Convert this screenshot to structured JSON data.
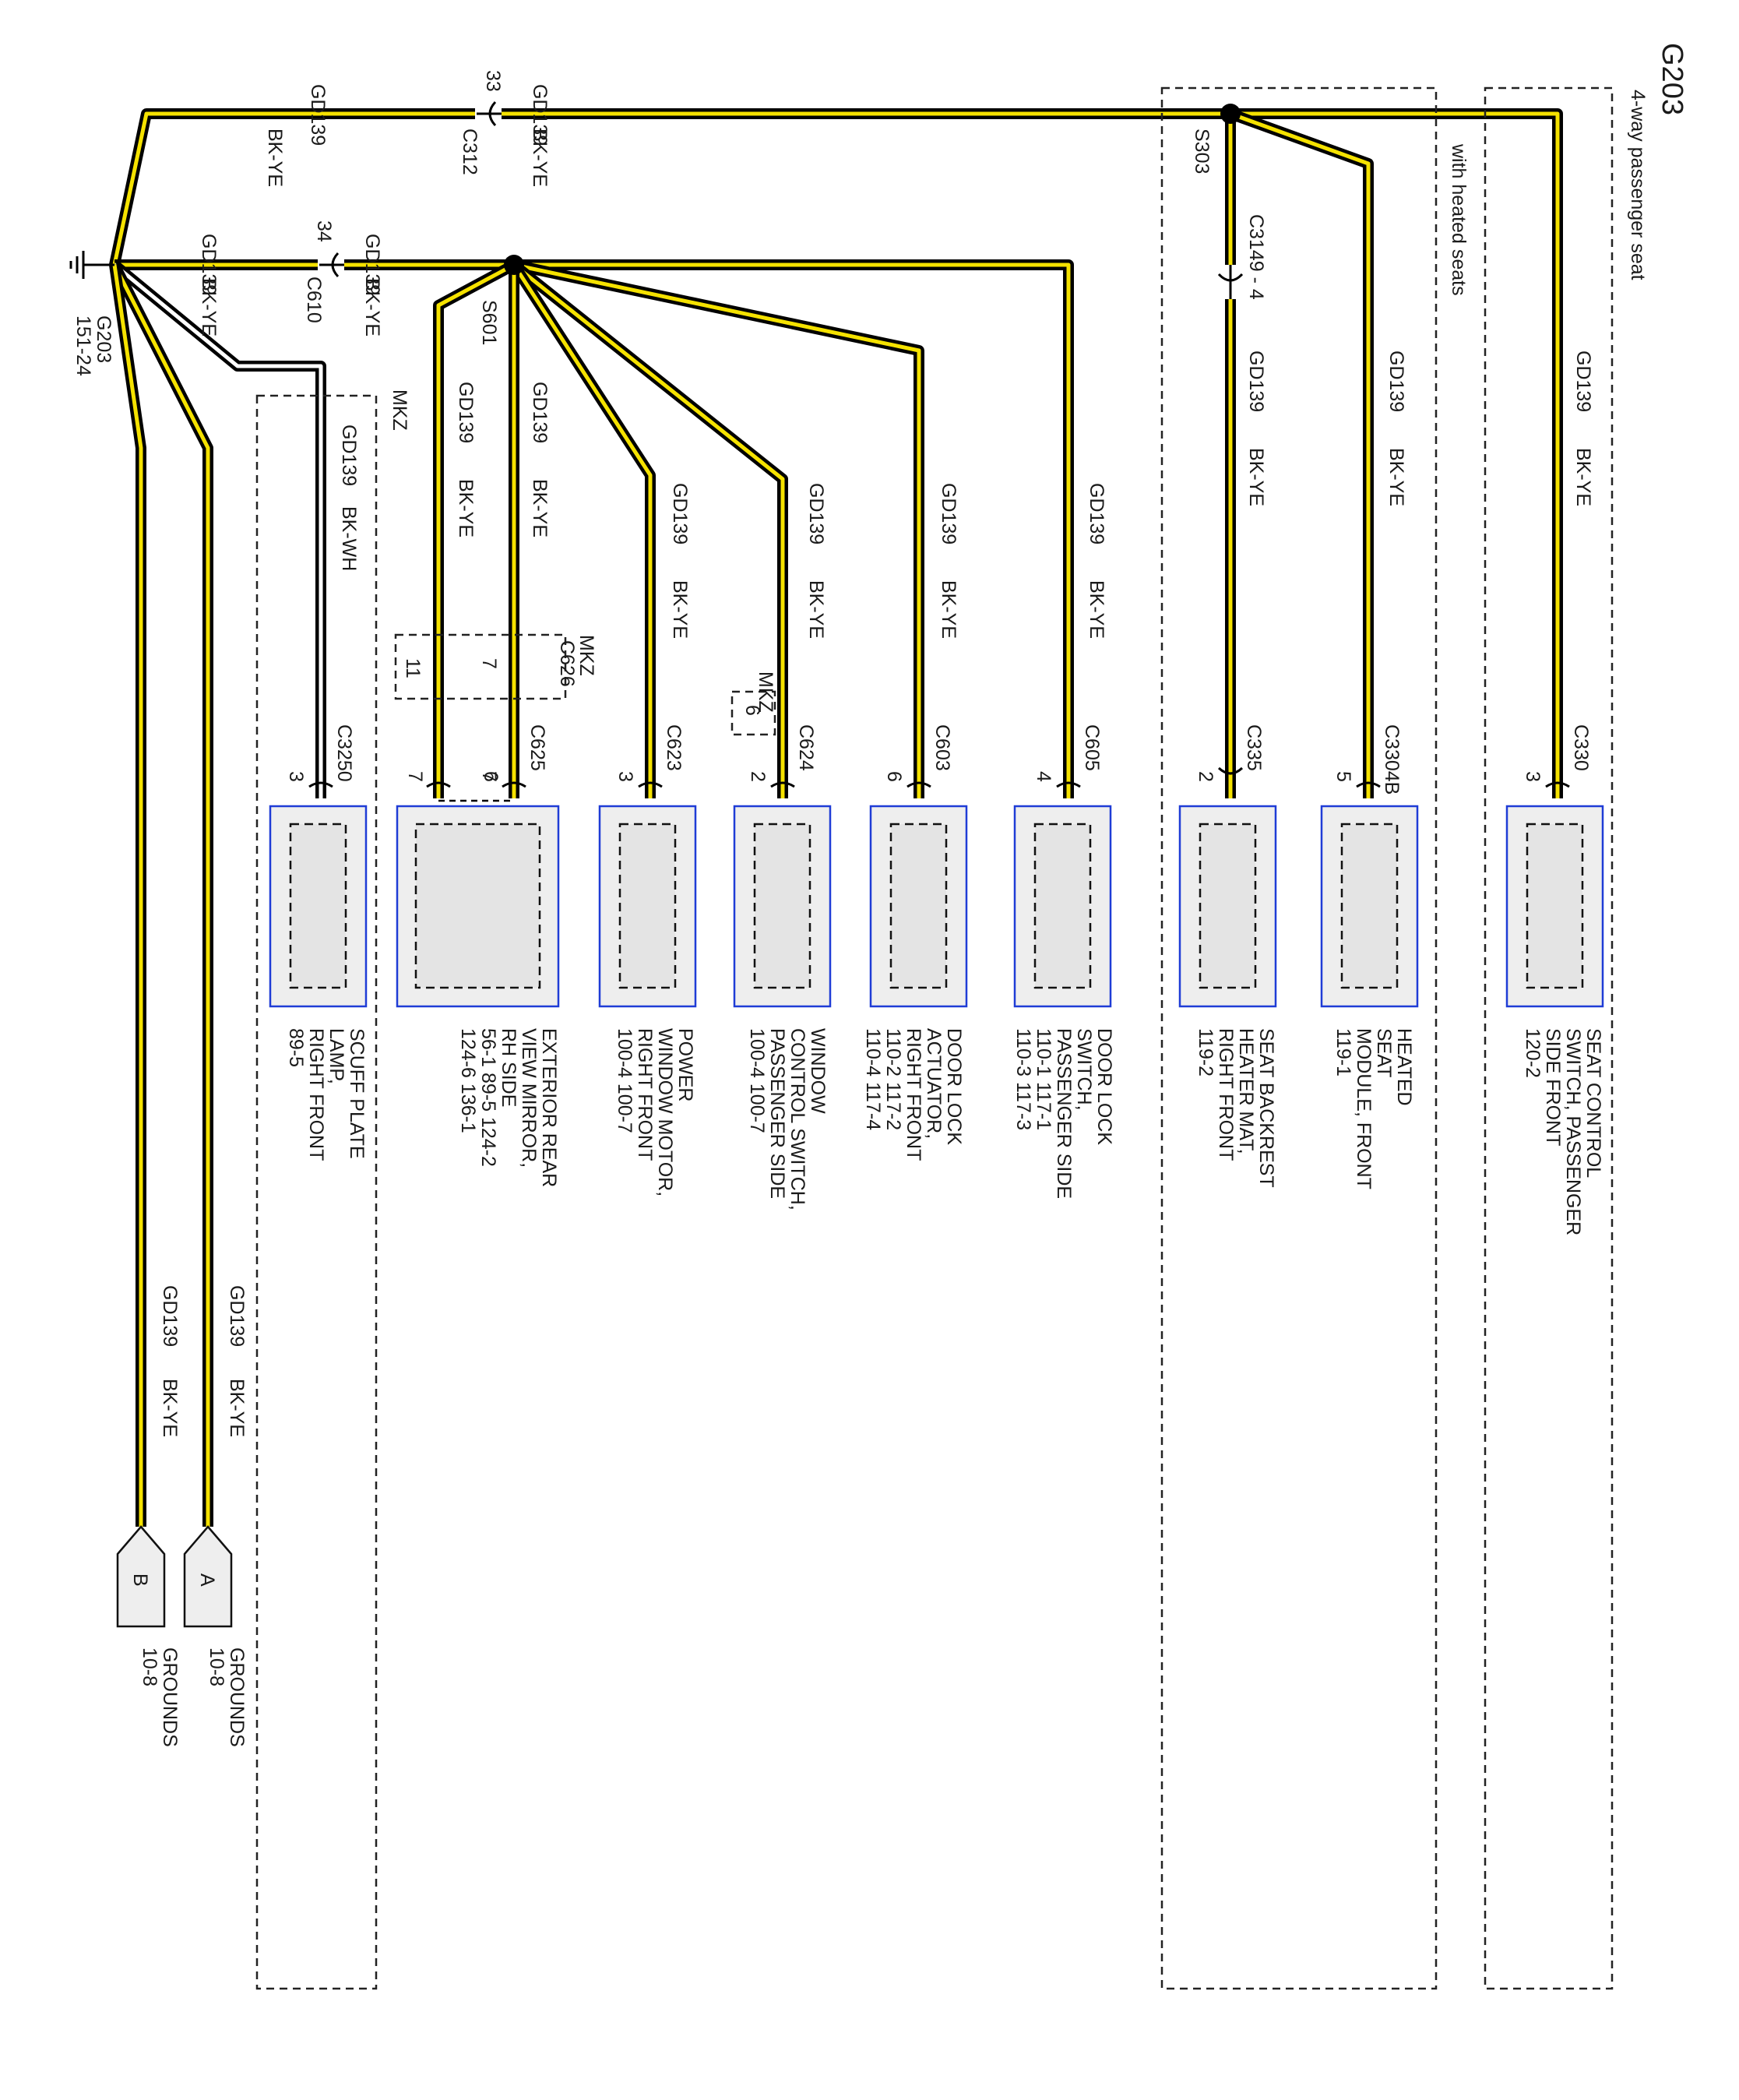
{
  "location_id": "G203",
  "location_desc": "4-way passenger seat",
  "with_heated_seats": "with heated seats",
  "ground": {
    "id": "G203",
    "ref": "151-24"
  },
  "wire": {
    "circuit": "GD139",
    "color": "BK-YE",
    "color_alt": "BK-WH"
  },
  "mkz": "MKZ",
  "inline_connectors": {
    "c312": {
      "id": "C312",
      "pin": "33"
    },
    "c610": {
      "id": "C610",
      "pin": "34"
    },
    "c3149": {
      "id": "C3149 - 4"
    },
    "c626": {
      "id": "C626",
      "pin_a": "7",
      "pin_b": "11"
    },
    "c624_alt": {
      "pin": "6"
    }
  },
  "splices": {
    "s303": "S303",
    "s601": "S601"
  },
  "components": [
    {
      "connector": "C3250",
      "pin": "3",
      "lines": [
        "SCUFF PLATE",
        "LAMP,",
        "RIGHT FRONT",
        "89-5"
      ]
    },
    {
      "connector": "C625",
      "pin": "7",
      "pin2": "6",
      "lines": [
        "EXTERIOR REAR",
        "VIEW MIRROR,",
        "RH SIDE",
        "56-1   89-5    124-2",
        "124-6  136-1"
      ]
    },
    {
      "connector": "C623",
      "pin": "3",
      "lines": [
        "POWER",
        "WINDOW MOTOR,",
        "RIGHT FRONT",
        "100-4    100-7"
      ]
    },
    {
      "connector": "C624",
      "pin": "2",
      "lines": [
        "WINDOW",
        "CONTROL SWITCH,",
        "PASSENGER SIDE",
        "100-4     100-7"
      ]
    },
    {
      "connector": "C603",
      "pin": "6",
      "lines": [
        "DOOR LOCK",
        "ACTUATOR,",
        "RIGHT FRONT",
        "110-2      117-2",
        "110-4      117-4"
      ]
    },
    {
      "connector": "C605",
      "pin": "4",
      "lines": [
        "DOOR LOCK",
        "SWITCH,",
        "PASSENGER SIDE",
        "110-1      117-1",
        "110-3      117-3"
      ]
    },
    {
      "connector": "C335",
      "pin": "2",
      "lines": [
        "SEAT BACKREST",
        "HEATER MAT,",
        "RIGHT FRONT",
        "119-2"
      ]
    },
    {
      "connector": "C3304B",
      "pin": "5",
      "lines": [
        "HEATED",
        "SEAT",
        "MODULE, FRONT",
        "119-1"
      ]
    },
    {
      "connector": "C330",
      "pin": "3",
      "lines": [
        "SEAT CONTROL",
        "SWITCH, PASSENGER",
        "SIDE FRONT",
        "120-2"
      ]
    }
  ],
  "grounds": [
    {
      "letter": "A",
      "label": "GROUNDS",
      "ref": "10-8"
    },
    {
      "letter": "B",
      "label": "GROUNDS",
      "ref": "10-8"
    }
  ]
}
